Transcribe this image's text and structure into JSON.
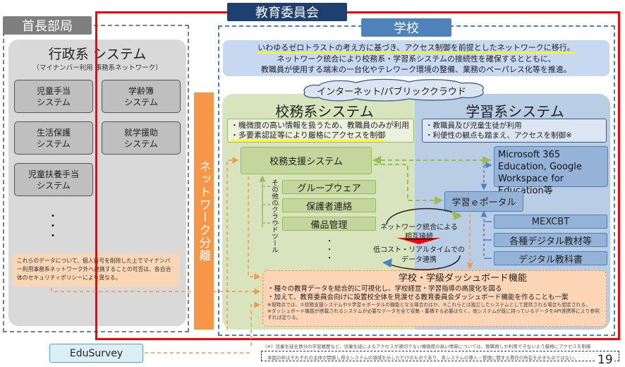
{
  "mayor": {
    "label": "首長部局",
    "system_title": "行政系 システム",
    "system_subtitle": "（マイナンバー利用 事務系ネットワーク）",
    "systems": [
      "児童手当\nシステム",
      "学齢簿\nシステム",
      "生活保護\nシステム",
      "就学援助\nシステム",
      "児童扶養手当\nシステム"
    ],
    "ellipsis": "・\n・\n・",
    "note": "これらのデータについて、個人番号を削除した上でマイナンバー利用事務系ネットワーク外へ連携することの可否は、各自治体のセキュリティポリシーにより異なる。"
  },
  "board": {
    "label": "教育委員会"
  },
  "network_separation": "ネットワーク分離",
  "school": {
    "label": "学校",
    "banner": {
      "line1": "いわゆるゼロトラストの考え方に基づき、アクセス制御を前提としたネットワークに移行。",
      "line2": "ネットワーク統合により校務系・学習系システムの接続性を確保するとともに、",
      "line3": "教職員が使用する端末の一台化やテレワーク環境の整備、業務のペーパレス化等を推進。"
    },
    "cloud_label": "インターネット/パブリッククラウド"
  },
  "komu": {
    "title": "校務系システム",
    "notes": [
      "・機微度の高い情報を扱うため、教職員のみが利用",
      "・多要素認証等により厳格にアクセスを制御"
    ],
    "support_system": "校務支援システム",
    "other_tools_label": "その他のクラウドツール",
    "tools": [
      "グループウェア",
      "保護者連絡",
      "備品管理"
    ],
    "ellipsis": "・\n・\n・"
  },
  "gakushu": {
    "title": "学習系システム",
    "notes": [
      "・教職員及び児童生徒が利用",
      "・利便性の観点も踏まえ、アクセスを制御※"
    ],
    "cloud_suite": "Microsoft 365 Education, Google Workspace for Education等",
    "portal": "学習ｅポータル",
    "systems": [
      "MEXCBT",
      "各種デジタル教材等",
      "デジタル教科書"
    ]
  },
  "interconnect": {
    "line1": "ネットワーク統合による",
    "line2": "相互接続",
    "line3": "低コスト・リアルタイムでの",
    "line4": "データ連携"
  },
  "dashboard": {
    "title": "学校・学級ダッシュボード機能",
    "bullets": [
      "・種々の教育データを総合的に可視化し、学校経営・学習指導の高度化を図る",
      "・加えて、教育委員会向けに設置校全体を見渡せる教育委員会ダッシュボード機能を作ることも一案"
    ],
    "notes": [
      "※現時点では、①校務支援システムや②学習ｅポータルの機能となる場合のほか、③これらとは独立したシステムとして提供される場合も想定される。",
      "※ダッシュボード機能が搭載されるシステムが必要なデータを全て収集・蓄積する必要はなく、他システムが既に持っているデータをAPI連携等により参照すれば足りる。"
    ]
  },
  "edusurvey": "EduSurvey",
  "footnote": "（※）児童生徒全員分の学習履歴など、児童生徒によるアクセスが適切でない機微度の高い情報については、教職員しか利用できないよう厳格にアクセスを制御",
  "disclaimer": "本図の枠はそれぞれの主体が関係し得るシステムの領域を示しただけのものであり、各システムの導入・管理に関する責任の所在を示すものではない。",
  "page_number": "19",
  "colors": {
    "mayor_gray": "#7f7f7f",
    "board_navy": "#1f3f6e",
    "board_frame_red": "#ff0000",
    "school_blue": "#4f81bd",
    "network_separation_orange": "#f79646",
    "komu_green": "#d7e4bd",
    "gakushu_blue": "#b9cde5",
    "dashboard_peach": "#fbd5b5",
    "highlight_yellow": "#ffff00"
  }
}
